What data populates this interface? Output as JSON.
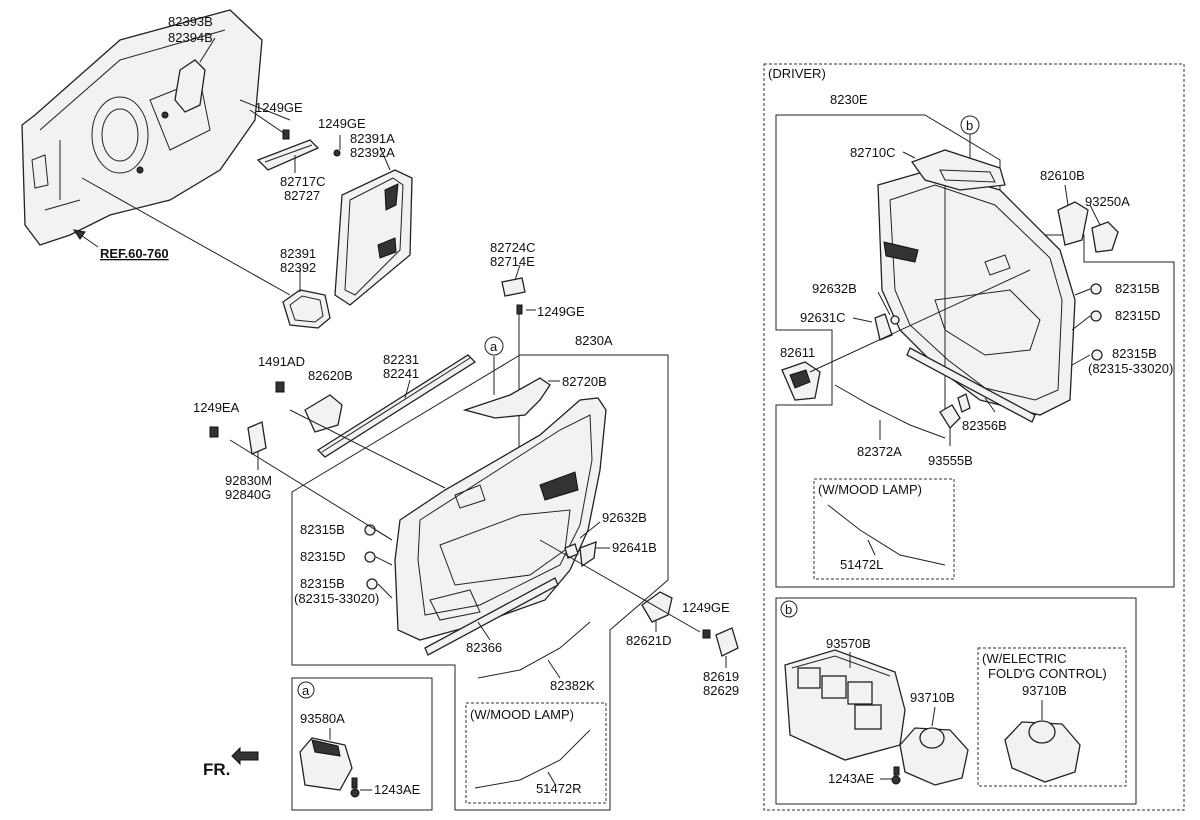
{
  "labels": {
    "p82393b": "82393B",
    "p82394b": "82394B",
    "p1249ge_a": "1249GE",
    "p1249ge_b": "1249GE",
    "p82391a": "82391A",
    "p82392a": "82392A",
    "p82717c": "82717C",
    "p82727": "82727",
    "ref": "REF.60-760",
    "p82391": "82391",
    "p82392": "82392",
    "p82724c": "82724C",
    "p82714e": "82714E",
    "p1249ge_c": "1249GE",
    "p82230a": "8230A",
    "p82720b": "82720B",
    "p1491ad": "1491AD",
    "p82620b": "82620B",
    "p82231": "82231",
    "p82241": "82241",
    "p1249ea": "1249EA",
    "p92830m": "92830M",
    "p92840g": "92840G",
    "p82315b_1": "82315B",
    "p82315d_1": "82315D",
    "p82315b_2": "82315B",
    "p82315_33020_1": "(82315-33020)",
    "p92632b_1": "92632B",
    "p92641b": "92641B",
    "p82366": "82366",
    "p82382k": "82382K",
    "p82621d": "82621D",
    "p1249ge_d": "1249GE",
    "p82619": "82619",
    "p82629": "82629",
    "mood_lamp_1": "(W/MOOD LAMP)",
    "p51472r": "51472R",
    "p93580a": "93580A",
    "p1243ae_1": "1243AE",
    "fr": "FR.",
    "driver": "(DRIVER)",
    "p82230e": "8230E",
    "p82710c": "82710C",
    "p82610b": "82610B",
    "p93250a": "93250A",
    "p92632b_2": "92632B",
    "p92631c": "92631C",
    "p82315b_3": "82315B",
    "p82315d_2": "82315D",
    "p82315b_4": "82315B",
    "p82315_33020_2": "(82315-33020)",
    "p82611": "82611",
    "p82372a": "82372A",
    "p82356b": "82356B",
    "p93555b": "93555B",
    "mood_lamp_2": "(W/MOOD LAMP)",
    "p51472l": "51472L",
    "p93570b": "93570B",
    "p93710b_1": "93710B",
    "p1243ae_2": "1243AE",
    "electric_1": "(W/ELECTRIC",
    "electric_2": "FOLD'G CONTROL)",
    "p93710b_2": "93710B"
  },
  "callouts": {
    "a": "a",
    "b": "b"
  }
}
